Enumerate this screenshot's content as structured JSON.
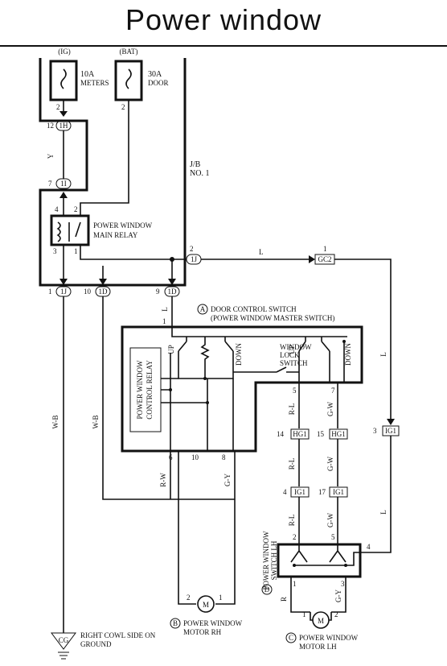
{
  "title": "Power window",
  "fuses": {
    "ig": {
      "supply": "(IG)",
      "rating": "10A",
      "name": "METERS",
      "pin": "2"
    },
    "bat": {
      "supply": "(BAT)",
      "rating": "30A",
      "name": "DOOR",
      "pin": "2"
    }
  },
  "jb": {
    "label1": "J/B",
    "label2": "NO. 1"
  },
  "connectors": {
    "c1h": {
      "pin": "12",
      "id": "1H"
    },
    "c1i": {
      "pin": "7",
      "id": "1I"
    },
    "c1j_out": {
      "pin": "2",
      "id": "1J"
    },
    "c1j_gnd": {
      "pin": "1",
      "id": "1J"
    },
    "c1d_a": {
      "pin": "10",
      "id": "1D"
    },
    "c1d_b": {
      "pin": "9",
      "id": "1D"
    },
    "gc2": {
      "pin": "1",
      "id": "GC2"
    },
    "ig1_a": {
      "pin": "3",
      "id": "IG1"
    },
    "hg1_a": {
      "pin": "14",
      "id": "HG1"
    },
    "hg1_b": {
      "pin": "15",
      "id": "HG1"
    },
    "ig1_b": {
      "pin": "4",
      "id": "IG1"
    },
    "ig1_c": {
      "pin": "17",
      "id": "IG1"
    }
  },
  "relay": {
    "line1": "POWER WINDOW",
    "line2": "MAIN RELAY",
    "pins": [
      "4",
      "2",
      "3",
      "1"
    ]
  },
  "wire_colors": {
    "y": "Y",
    "l": "L",
    "wb": "W-B",
    "rw": "R-W",
    "gy": "G-Y",
    "rl": "R-L",
    "gw": "G-W",
    "r": "R"
  },
  "master_switch": {
    "letter": "A",
    "line1": "DOOR CONTROL SWITCH",
    "line2": "(POWER WINDOW MASTER SWITCH)",
    "control_relay_line1": "POWER WINDOW",
    "control_relay_line2": "CONTROL RELAY",
    "lock_line1": "WINDOW",
    "lock_line2": "LOCK",
    "lock_line3": "SWITCH",
    "up": "UP",
    "down": "DOWN",
    "pins": {
      "in": "1",
      "p5": "5",
      "p7": "7",
      "p6": "6",
      "p10": "10",
      "p8": "8"
    }
  },
  "switch_lh": {
    "letter": "D",
    "line1": "POWER WINDOW",
    "line2": "SWITCH LH",
    "pins": {
      "p2": "2",
      "p5": "5",
      "p4": "4",
      "p1": "1",
      "p3": "3"
    }
  },
  "motor_rh": {
    "letter": "B",
    "line1": "POWER WINDOW",
    "line2": "MOTOR RH",
    "symbol": "M",
    "pins": [
      "2",
      "1"
    ]
  },
  "motor_lh": {
    "letter": "C",
    "line1": "POWER WINDOW",
    "line2": "MOTOR LH",
    "symbol": "M",
    "pins": [
      "1",
      "2"
    ]
  },
  "ground": {
    "id": "CG",
    "line1": "RIGHT COWL SIDE ON",
    "line2": "GROUND"
  }
}
